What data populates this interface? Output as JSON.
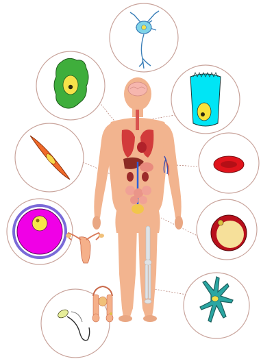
{
  "diagram": {
    "body_skin": "#f2b48f",
    "body_skin_dark": "#e59d76",
    "circle_border": "#c9a49c",
    "connector_color": "#b9857a",
    "cells": [
      {
        "name": "neuron-cell",
        "icon": "neuron-icon",
        "fill": "#7fd4e8",
        "nucleus": "#f5e04a"
      },
      {
        "name": "epithelial-cell",
        "icon": "columnar-cell-icon",
        "fill": "#00e5f5",
        "nucleus": "#f7e23a"
      },
      {
        "name": "plant-like-cell",
        "icon": "green-cell-icon",
        "fill": "#3fae3c",
        "nucleus": "#f6e24a"
      },
      {
        "name": "muscle-cell",
        "icon": "smooth-muscle-icon",
        "fill": "#f06a2a",
        "nucleus": "#f7d84a"
      },
      {
        "name": "red-blood-cell",
        "icon": "red-blood-cell-icon",
        "fill": "#e0141c"
      },
      {
        "name": "egg-cell",
        "icon": "ovum-icon",
        "fill": "#f000e6",
        "nucleus": "#f8e64a"
      },
      {
        "name": "fat-cell",
        "icon": "adipocyte-icon",
        "fill": "#b8101c",
        "nucleus": "#f6e09a"
      },
      {
        "name": "sperm-cell",
        "icon": "sperm-icon",
        "fill": "#e6ee9a"
      },
      {
        "name": "bone-cell",
        "icon": "osteocyte-icon",
        "fill": "#2aa6a2",
        "nucleus": "#f5e04a"
      }
    ]
  }
}
